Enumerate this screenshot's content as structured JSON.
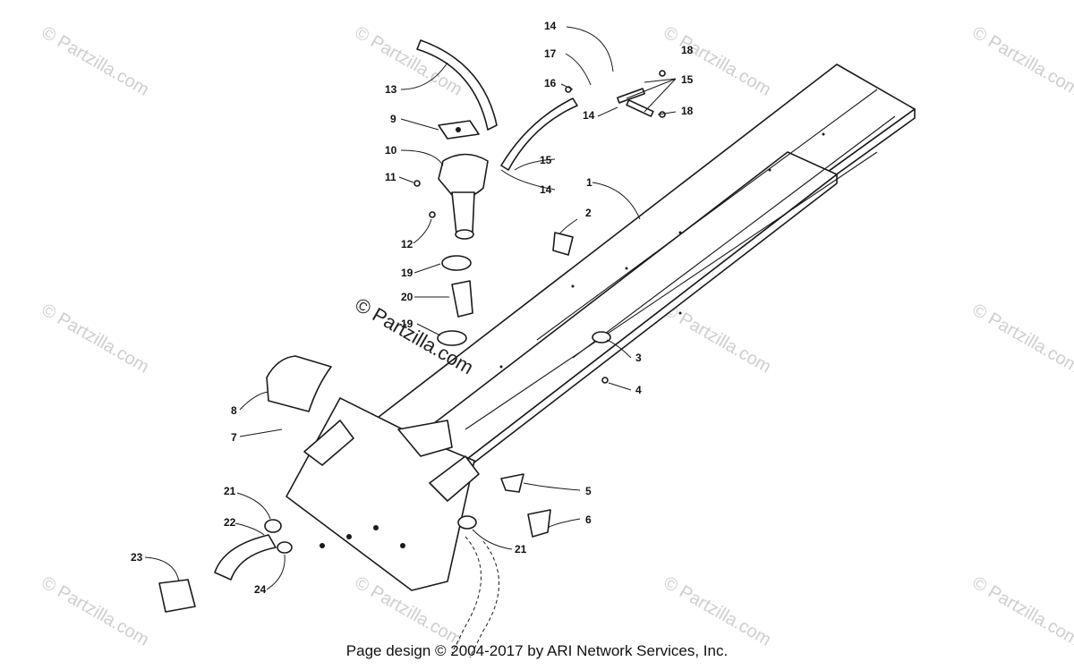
{
  "watermark_text": "© Partzilla.com",
  "center_watermark_text": "© Partzilla.com",
  "footer_text": "Page design © 2004-2017 by ARI Network Services, Inc.",
  "callouts": [
    "1",
    "2",
    "3",
    "4",
    "5",
    "6",
    "7",
    "8",
    "9",
    "10",
    "11",
    "12",
    "13",
    "14",
    "14",
    "14",
    "14",
    "15",
    "15",
    "16",
    "17",
    "18",
    "18",
    "19",
    "19",
    "20",
    "21",
    "21",
    "22",
    "23",
    "24"
  ]
}
